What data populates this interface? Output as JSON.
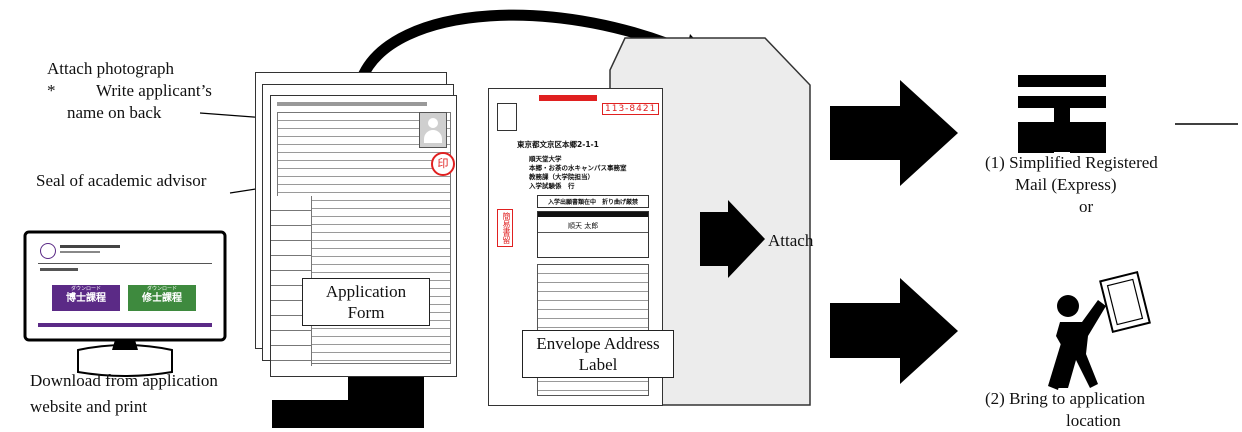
{
  "labels": {
    "attach_photo_l1": "Attach photograph",
    "attach_photo_star": "*",
    "attach_photo_l2": "Write applicant’s",
    "attach_photo_l3": "name on back",
    "seal": "Seal of academic advisor",
    "download_l1": "Download from application",
    "download_l2": "website and print",
    "app_form_l1": "Application",
    "app_form_l2": "Form",
    "env_label_l1": "Envelope Address",
    "env_label_l2": "Label",
    "attach": "Attach",
    "registered_l1": "(1) Simplified Registered",
    "registered_l2": "Mail (Express)",
    "registered_or": "or",
    "bring_l1": "(2) Bring to application",
    "bring_l2": "location"
  },
  "form_sheet": {
    "seal_char": "印"
  },
  "envelope_label": {
    "postal_code": "113-8421",
    "address": "東京都文京区本郷2-1-1",
    "line1": "順天堂大学",
    "line2": "本郷・お茶の水キャンパス事務室",
    "line3": "教務課（大学院担当）",
    "line4": "入学試験係　行",
    "notice": "入学出願書類在中　折り曲げ厳禁",
    "name_value": "順天 太郎",
    "stamp_text": "簡易書留"
  },
  "website": {
    "btn1_l1": "ダウンロード",
    "btn1_l2": "博士課程",
    "btn2_l1": "ダウンロード",
    "btn2_l2": "修士課程"
  },
  "colors": {
    "arrow": "#000000",
    "stamp_red": "#e02020",
    "btn_purple": "#5b2a86",
    "btn_green": "#3e8a3e"
  }
}
